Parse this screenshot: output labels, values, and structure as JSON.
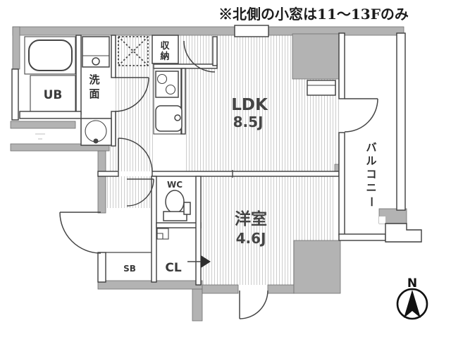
{
  "note": "※北側の小窓は11〜13Fのみ",
  "rooms": {
    "ldk": {
      "name": "LDK",
      "size": "8.5J"
    },
    "western_room": {
      "name": "洋室",
      "size": "4.6J"
    },
    "balcony": {
      "name": "バルコニー",
      "chars": [
        "バ",
        "ル",
        "コ",
        "ニ",
        "ー"
      ]
    },
    "unit_bath": {
      "label": "UB"
    },
    "washroom": {
      "label": "洗面",
      "chars": [
        "洗",
        "面"
      ]
    },
    "storage": {
      "label": "収納",
      "chars": [
        "収",
        "納"
      ]
    },
    "wc": {
      "label": "WC"
    },
    "closet": {
      "label": "CL"
    },
    "shoe_box": {
      "label": "SB"
    }
  },
  "compass": {
    "north": "N"
  },
  "colors": {
    "wall_gray": "#b3b3b3",
    "outline": "#3d3d3d",
    "stripe": "#cccccc"
  }
}
